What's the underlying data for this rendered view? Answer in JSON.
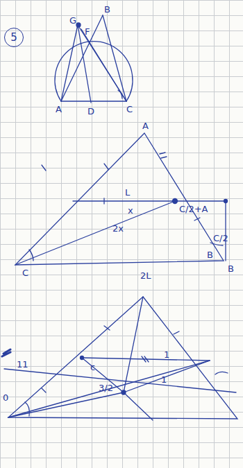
{
  "diagram": {
    "nodes": [
      {
        "text": [
          "5"
        ]
      }
    ],
    "labels": [
      "G",
      "F",
      "B",
      "A",
      "D",
      "C",
      "A",
      "L",
      "x",
      "2x",
      "C",
      "B",
      "B",
      "2L",
      "C/2+A",
      "C/2",
      "c",
      "1",
      "11",
      "0",
      "3/2",
      "1"
    ]
  }
}
